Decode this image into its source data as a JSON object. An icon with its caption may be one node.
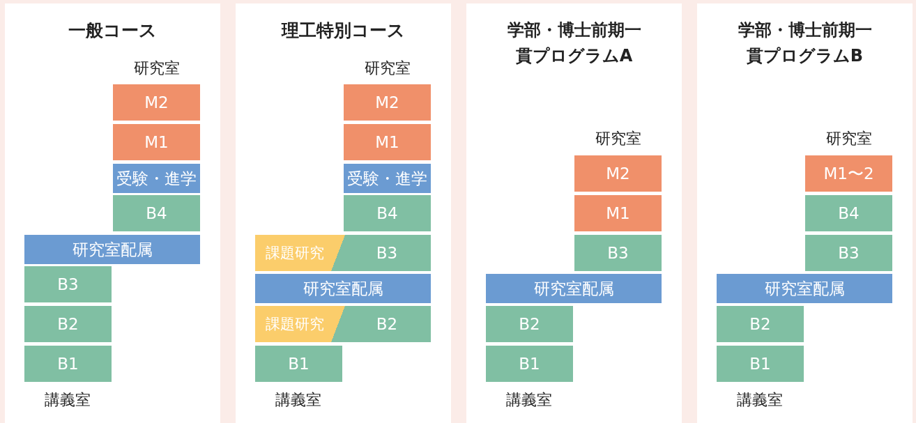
{
  "diagram": {
    "nodes": [
      {
        "text": [
          "一般コース",
          "研究室",
          "講義室"
        ]
      },
      {
        "text": [
          "M2"
        ],
        "in": 0
      },
      {
        "text": [
          "M1"
        ],
        "in": 0
      },
      {
        "text": [
          "受験・進学"
        ],
        "in": 0
      },
      {
        "text": [
          "B4"
        ],
        "in": 0
      },
      {
        "text": [
          "研究室配属"
        ],
        "in": 0
      },
      {
        "text": [
          "B3"
        ],
        "in": 0
      },
      {
        "text": [
          "B2"
        ],
        "in": 0
      },
      {
        "text": [
          "B1"
        ],
        "in": 0
      },
      {
        "text": [
          "理工特別コース",
          "研究室",
          "講義室"
        ]
      },
      {
        "text": [
          "M2"
        ],
        "in": 9
      },
      {
        "text": [
          "M1"
        ],
        "in": 9
      },
      {
        "text": [
          "受験・進学"
        ],
        "in": 9
      },
      {
        "text": [
          "B4"
        ],
        "in": 9
      },
      {
        "text": [
          "課題研究"
        ],
        "in": 9
      },
      {
        "text": [
          "B3"
        ],
        "in": 9
      },
      {
        "text": [
          "研究室配属"
        ],
        "in": 9
      },
      {
        "text": [
          "課題研究"
        ],
        "in": 9
      },
      {
        "text": [
          "B2"
        ],
        "in": 9
      },
      {
        "text": [
          "B1"
        ],
        "in": 9
      },
      {
        "text": [
          "学部・博士前期一貫プログラムA",
          "研究室",
          "講義室"
        ]
      },
      {
        "text": [
          "M2"
        ],
        "in": 20
      },
      {
        "text": [
          "M1"
        ],
        "in": 20
      },
      {
        "text": [
          "B3"
        ],
        "in": 20
      },
      {
        "text": [
          "研究室配属"
        ],
        "in": 20
      },
      {
        "text": [
          "B2"
        ],
        "in": 20
      },
      {
        "text": [
          "B1"
        ],
        "in": 20
      },
      {
        "text": [
          "学部・博士前期一貫プログラムB",
          "研究室",
          "講義室"
        ]
      },
      {
        "text": [
          "M1〜2"
        ],
        "in": 27
      },
      {
        "text": [
          "B4"
        ],
        "in": 27
      },
      {
        "text": [
          "B3"
        ],
        "in": 27
      },
      {
        "text": [
          "研究室配属"
        ],
        "in": 27
      },
      {
        "text": [
          "B2"
        ],
        "in": 27
      },
      {
        "text": [
          "B1"
        ],
        "in": 27
      }
    ]
  }
}
